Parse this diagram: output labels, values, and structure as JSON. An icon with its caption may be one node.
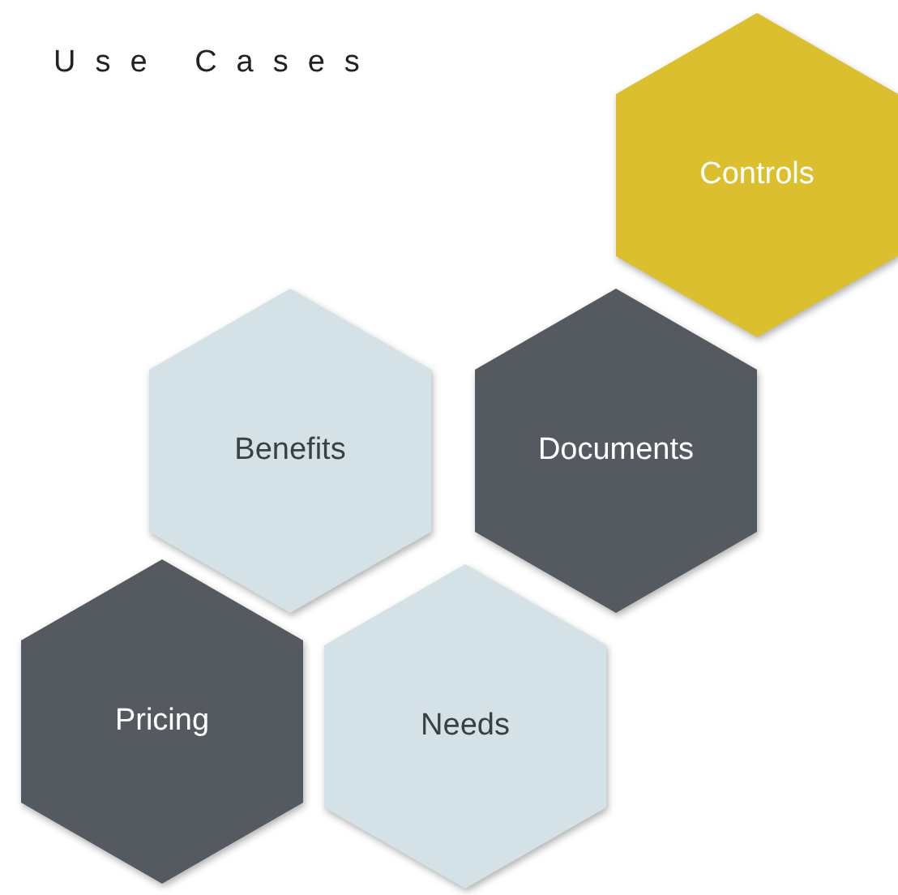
{
  "diagram": {
    "title": "Use Cases",
    "nodes": [
      {
        "text": [
          "Controls"
        ]
      },
      {
        "text": [
          "Benefits"
        ]
      },
      {
        "text": [
          "Documents"
        ]
      },
      {
        "text": [
          "Pricing"
        ]
      },
      {
        "text": [
          "Needs"
        ]
      }
    ]
  }
}
